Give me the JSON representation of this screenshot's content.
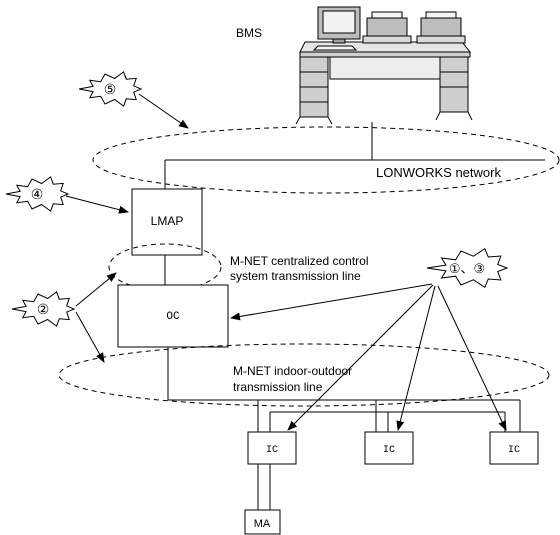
{
  "labels": {
    "bms": "BMS",
    "lonworks": "LONWORKS network",
    "mnet_central_1": "M-NET centralized control",
    "mnet_central_2": "system transmission line",
    "mnet_io_1": "M-NET indoor-outdoor",
    "mnet_io_2": "transmission line"
  },
  "nodes": {
    "lmap": "LMAP",
    "oc": "OC",
    "ic": [
      "IC",
      "IC",
      "IC"
    ],
    "ma": "MA"
  },
  "callouts": {
    "c5": "⑤",
    "c4": "④",
    "c2": "②",
    "c13": "①、③"
  }
}
